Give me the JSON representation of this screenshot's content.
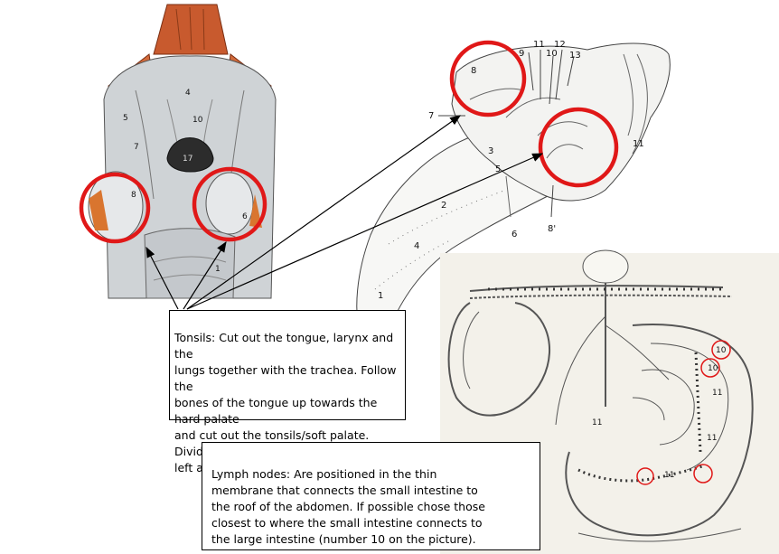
{
  "colors": {
    "highlight_circle": "#e01818",
    "arrow": "#000000",
    "muscle": "#c85a2e",
    "tissue": "#cfd3d6",
    "line_art": "#444444"
  },
  "throat_figure": {
    "labels": [
      "4",
      "5",
      "7",
      "10",
      "17",
      "6",
      "8",
      "1"
    ]
  },
  "tongue_figure": {
    "labels": [
      "7",
      "8",
      "9",
      "11",
      "12",
      "10",
      "13",
      "3",
      "5",
      "11",
      "2",
      "4",
      "6",
      "8'",
      "1"
    ]
  },
  "intestine_figure": {
    "labels": [
      "10",
      "10",
      "11",
      "11",
      "11",
      "11"
    ]
  },
  "tonsils_box": {
    "text": "Tonsils: Cut out the tongue, larynx and the\nlungs together with the trachea. Follow the\nbones of the tongue up towards the hard palate\nand cut out the tonsils/soft palate. Divide into\nleft and right."
  },
  "lymph_box": {
    "text": "Lymph nodes: Are positioned in the thin\nmembrane that connects the small intestine to\nthe roof of the abdomen. If possible chose those\nclosest to where the small intestine connects to\nthe large intestine (number 10  on the picture)."
  }
}
